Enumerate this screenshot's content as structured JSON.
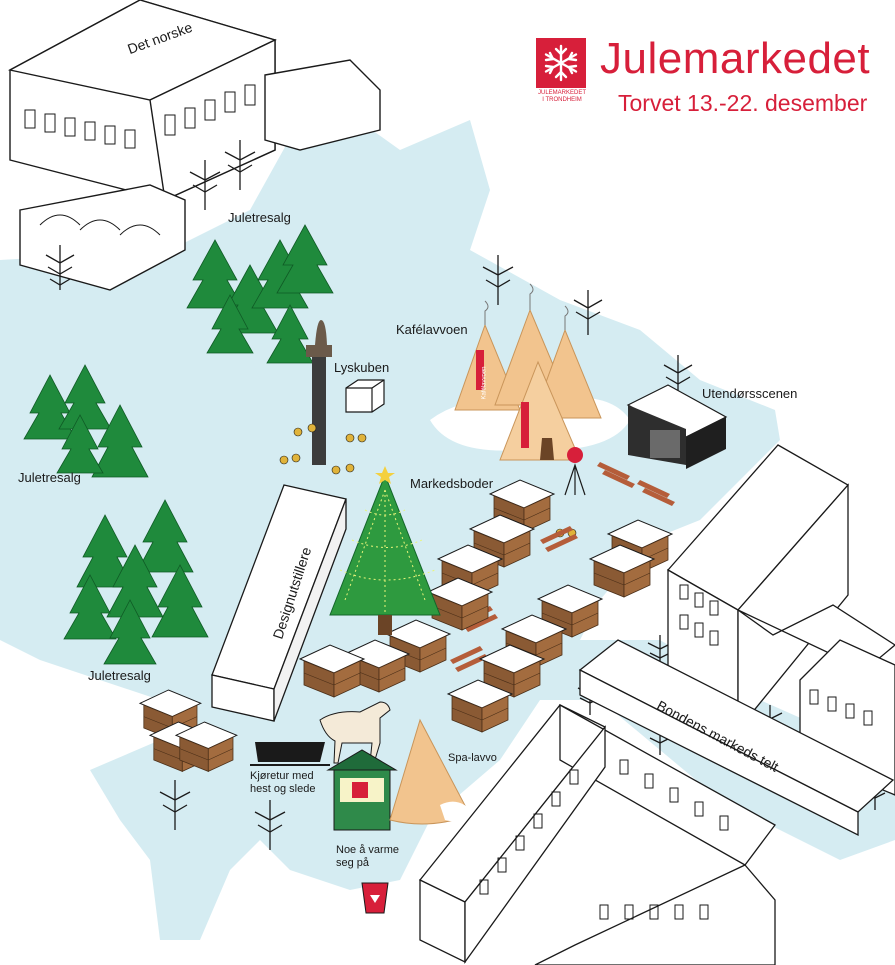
{
  "header": {
    "title": "Julemarkedet",
    "subtitle": "Torvet 13.-22. desember",
    "logo_icon": "snowflake-icon",
    "logo_text_line1": "JULEMARKEDET",
    "logo_text_line2": "I TRONDHEIM"
  },
  "colors": {
    "accent": "#d71f3a",
    "ice": "#d5ecf2",
    "tree": "#1f8a3c",
    "booth": "#8a5a34",
    "tent": "#f2c48e"
  },
  "labels": {
    "det_norske": "Det norske",
    "juletresalg_top": "Juletresalg",
    "juletresalg_left": "Juletresalg",
    "juletresalg_bottom": "Juletresalg",
    "lyskuben": "Lyskuben",
    "kafelavvoen": "Kafélavvoen",
    "utendorsscenen": "Utendørsscenen",
    "markedsboder": "Markedsboder",
    "designutstillere": "Designutstillere",
    "bondens": "Bondens markeds telt",
    "spa_lavvo": "Spa-lavvo",
    "kjoretur": "Kjøretur med hest og slede",
    "noe_a_varme": "Noe å varme seg på",
    "tent_sign": "Kafélavvoen"
  }
}
